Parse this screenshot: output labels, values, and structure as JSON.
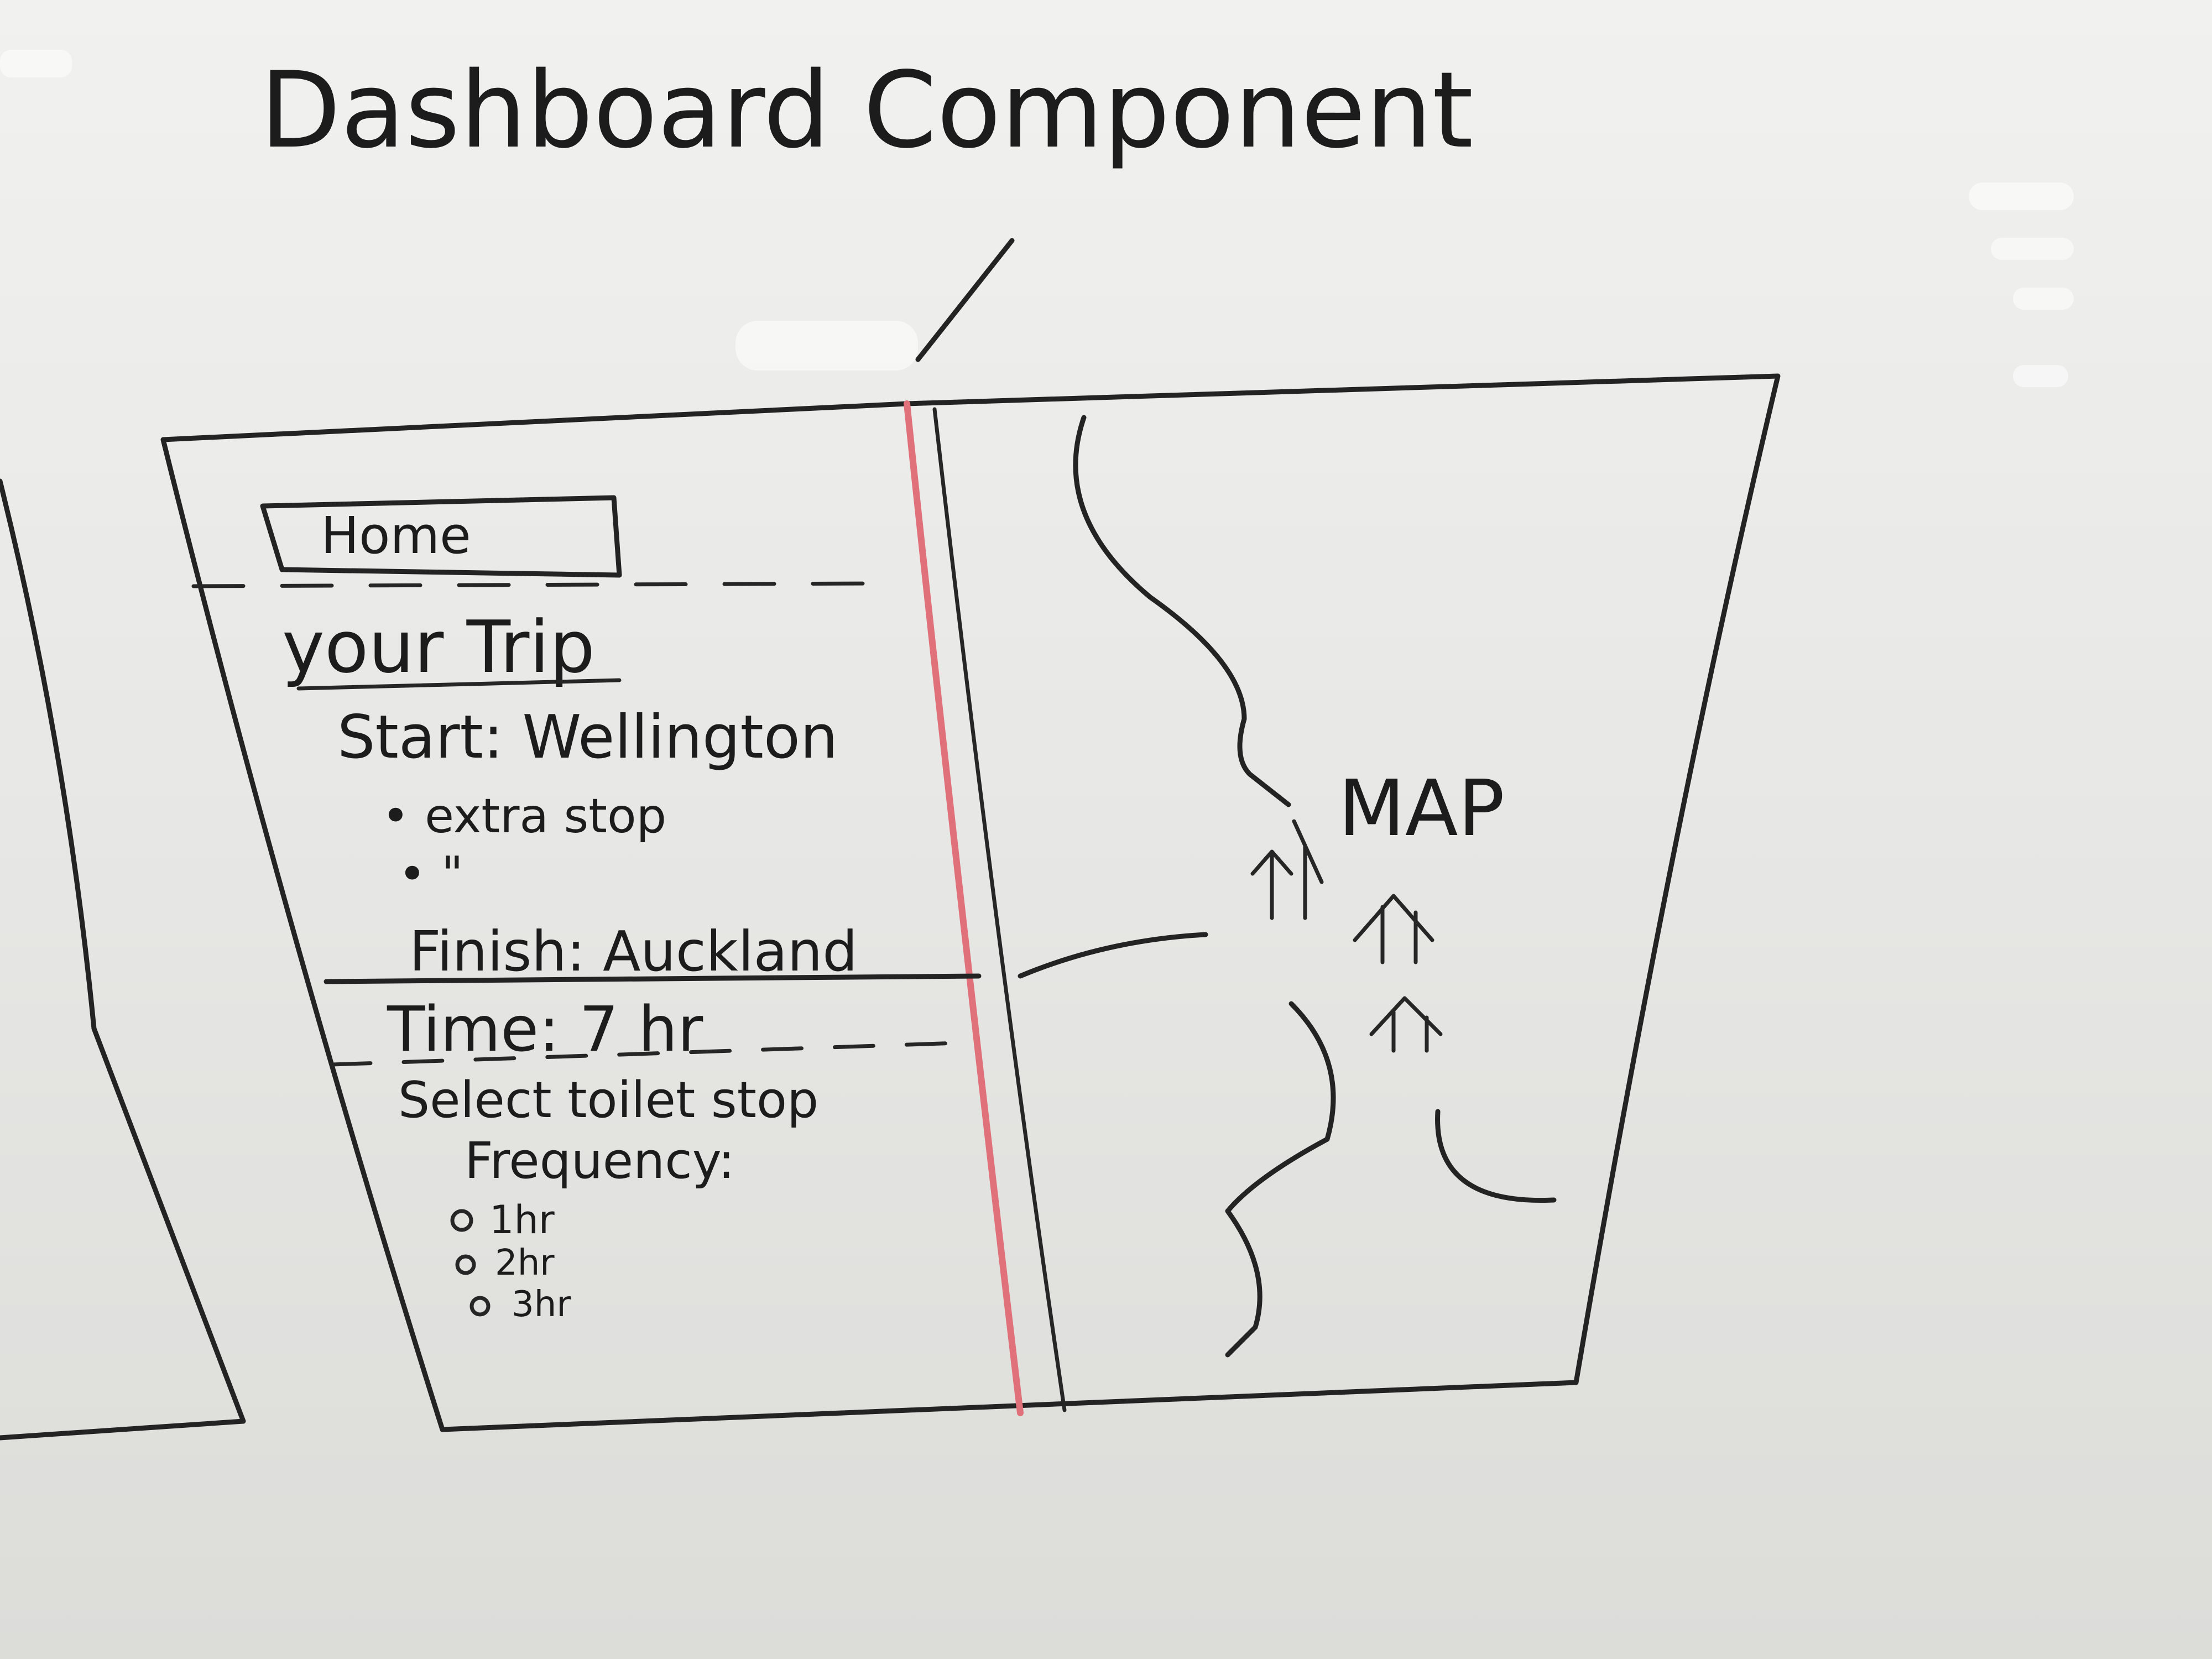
{
  "title": "Dashboard Component",
  "sidebar": {
    "tab_label": "Home",
    "heading": "your Trip",
    "start": "Start: Wellington",
    "stops": [
      "• extra stop",
      "•   \""
    ],
    "finish": "Finish: Auckland",
    "time": "Time: 7 hr",
    "frequency_prompt": [
      "Select toilet stop",
      "Frequency:"
    ],
    "frequency_options": [
      "1hr",
      "2hr",
      "3hr"
    ]
  },
  "map": {
    "label": "MAP"
  },
  "colors": {
    "ink": "#1c1c1c",
    "divider": "#e0707a",
    "board": "#ececea"
  }
}
